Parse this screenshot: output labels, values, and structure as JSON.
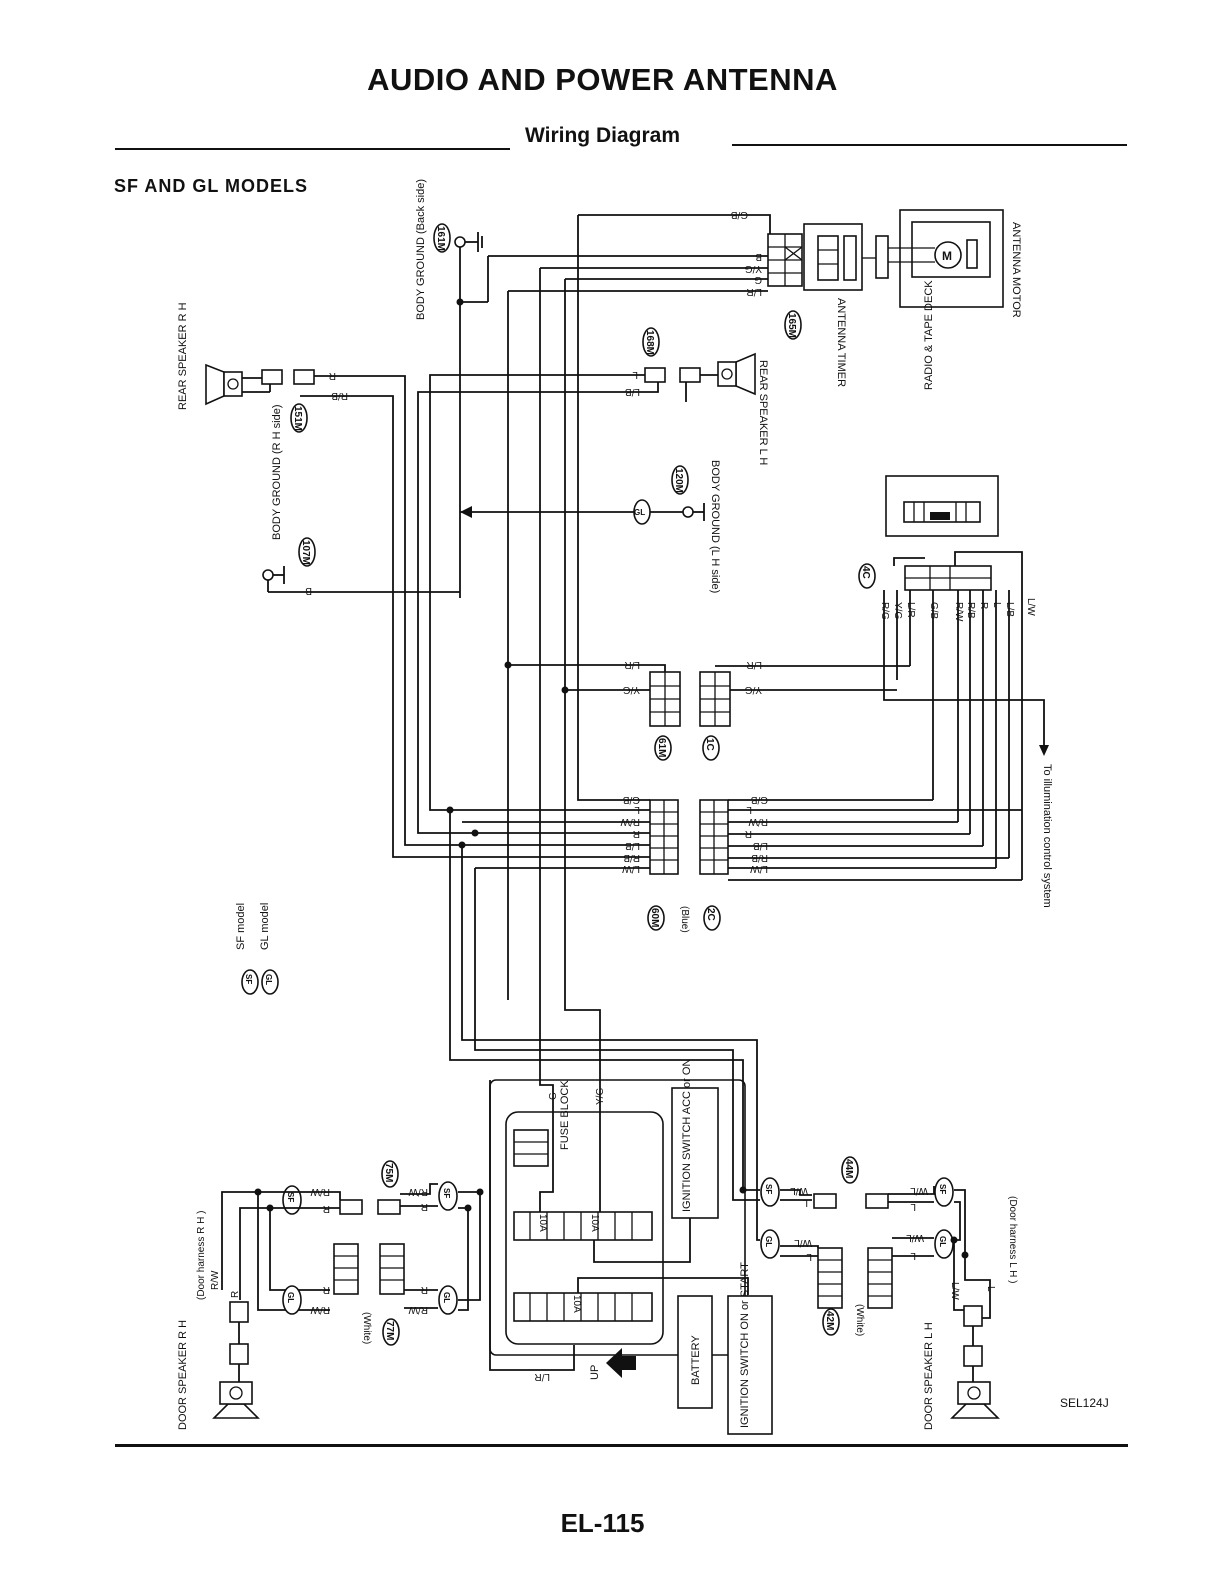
{
  "header": {
    "title": "AUDIO AND POWER ANTENNA",
    "subtitle": "Wiring Diagram",
    "models": "SF AND GL MODELS"
  },
  "footer": {
    "code": "SEL124J",
    "page": "EL-115"
  },
  "components": {
    "antenna_motor": "ANTENNA MOTOR",
    "antenna_timer": "ANTENNA TIMER",
    "radio": "RADIO & TAPE DECK",
    "rear_speaker_rh": "REAR SPEAKER R H",
    "rear_speaker_lh": "REAR SPEAKER L H",
    "body_ground_back": "BODY GROUND (Back side)",
    "body_ground_rh": "BODY GROUND (R H side)",
    "body_ground_lh": "BODY GROUND (L H side)",
    "fuse_block": "FUSE BLOCK",
    "ign_acc": "IGNITION SWITCH ACC or ON",
    "ign_start": "IGNITION SWITCH ON or START",
    "battery": "BATTERY",
    "door_speaker_rh": "DOOR SPEAKER R H",
    "door_speaker_lh": "DOOR SPEAKER L H",
    "door_harness_rh": "(Door harness R H )",
    "door_harness_lh": "(Door harness L H )",
    "illumination": "To illumination control system",
    "up": "UP",
    "fuse_10a": "10A"
  },
  "connectors": {
    "c161m": "161M",
    "c165m": "165M",
    "c168m": "168M",
    "c151m": "151M",
    "c120m": "120M",
    "c107m": "107M",
    "c4c": "4C",
    "c61m": "61M",
    "c1c": "1C",
    "c60m": "60M",
    "c2c": "2C",
    "c75m": "75M",
    "c77m": "77M",
    "c44m": "44M",
    "c42m": "42M",
    "blue": "(Blue)",
    "white": "(White)"
  },
  "legend": {
    "sf": "SF",
    "gl": "GL",
    "sf_label": "SF model",
    "gl_label": "GL model"
  },
  "wires": {
    "gb": "G/B",
    "b": "B",
    "yg": "Y/G",
    "g": "G",
    "lr": "L/R",
    "l": "L",
    "lb": "L/B",
    "rb": "R/B",
    "rg": "R/G",
    "r": "R",
    "rw": "R/W",
    "lw": "L/W",
    "wl": "W/L"
  },
  "colors": {
    "ink": "#111111",
    "paper": "#ffffff"
  }
}
